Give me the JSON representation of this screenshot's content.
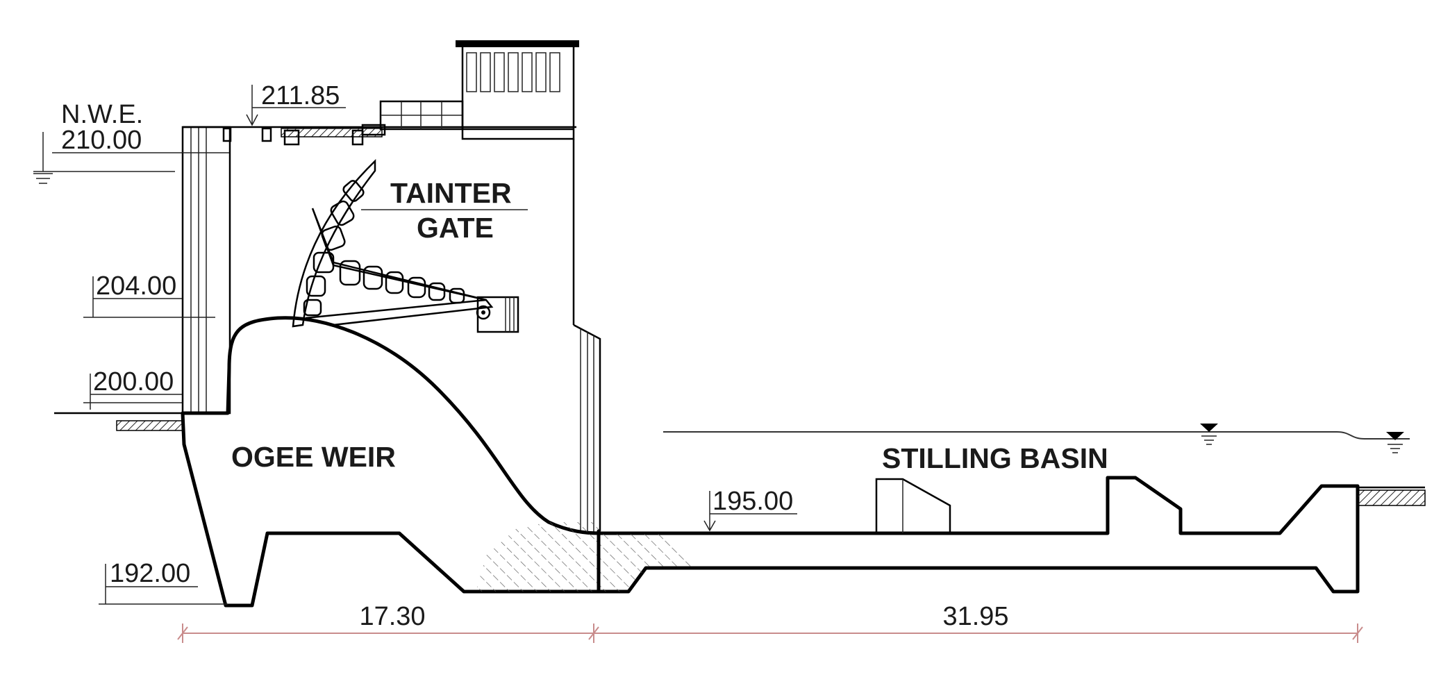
{
  "labels": {
    "nwe_title": "N.W.E.",
    "nwe_value": "210.00",
    "elev_top": "211.85",
    "elev_204": "204.00",
    "elev_200": "200.00",
    "elev_192": "192.00",
    "elev_195": "195.00",
    "gate_line1": "TAINTER",
    "gate_line2": "GATE",
    "weir": "OGEE WEIR",
    "basin": "STILLING BASIN"
  },
  "dimensions": {
    "weir_length": "17.30",
    "basin_length": "31.95"
  },
  "colors": {
    "structure": "#000000",
    "dimension_line": "#c98c8c"
  }
}
